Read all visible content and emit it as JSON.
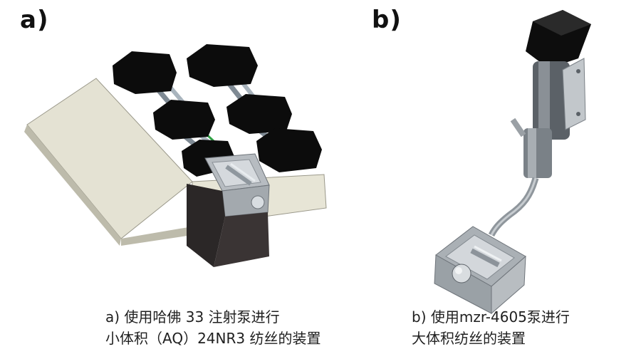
{
  "panels": [
    {
      "label": "a)",
      "caption_lines": [
        "a) 使用哈佛 33 注射泵进行",
        "小体积（AQ）24NR3 纺丝的装置"
      ]
    },
    {
      "label": "b)",
      "caption_lines": [
        "b) 使用mzr-4605泵进行",
        "大体积纺丝的装置"
      ]
    }
  ]
}
